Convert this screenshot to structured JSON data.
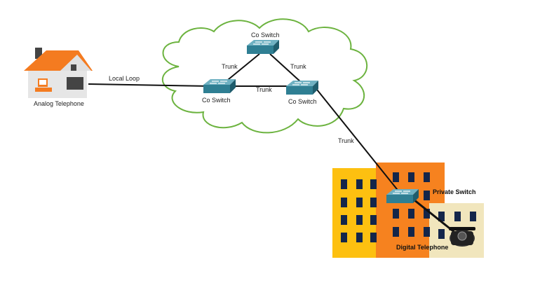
{
  "nodes": {
    "analog_telephone": {
      "label": "Analog Telephone"
    },
    "co_switch_top": {
      "label": "Co Switch"
    },
    "co_switch_left": {
      "label": "Co Switch"
    },
    "co_switch_right": {
      "label": "Co Switch"
    },
    "private_switch": {
      "label": "Private Switch"
    },
    "digital_telephone": {
      "label": "Digital Telephone"
    }
  },
  "links": {
    "local_loop": {
      "label": "Local Loop"
    },
    "trunk_left": {
      "label": "Trunk"
    },
    "trunk_right": {
      "label": "Trunk"
    },
    "trunk_bottom": {
      "label": "Trunk"
    },
    "trunk_to_private": {
      "label": "Trunk"
    }
  },
  "colors": {
    "cloud_outline": "#6cb33f",
    "house_roof": "#f47b20",
    "switch_body": "#2f7f93",
    "building_yellow": "#fdc010",
    "building_orange": "#f6821f",
    "building_beige": "#f1e6bd",
    "window": "#14264a"
  }
}
